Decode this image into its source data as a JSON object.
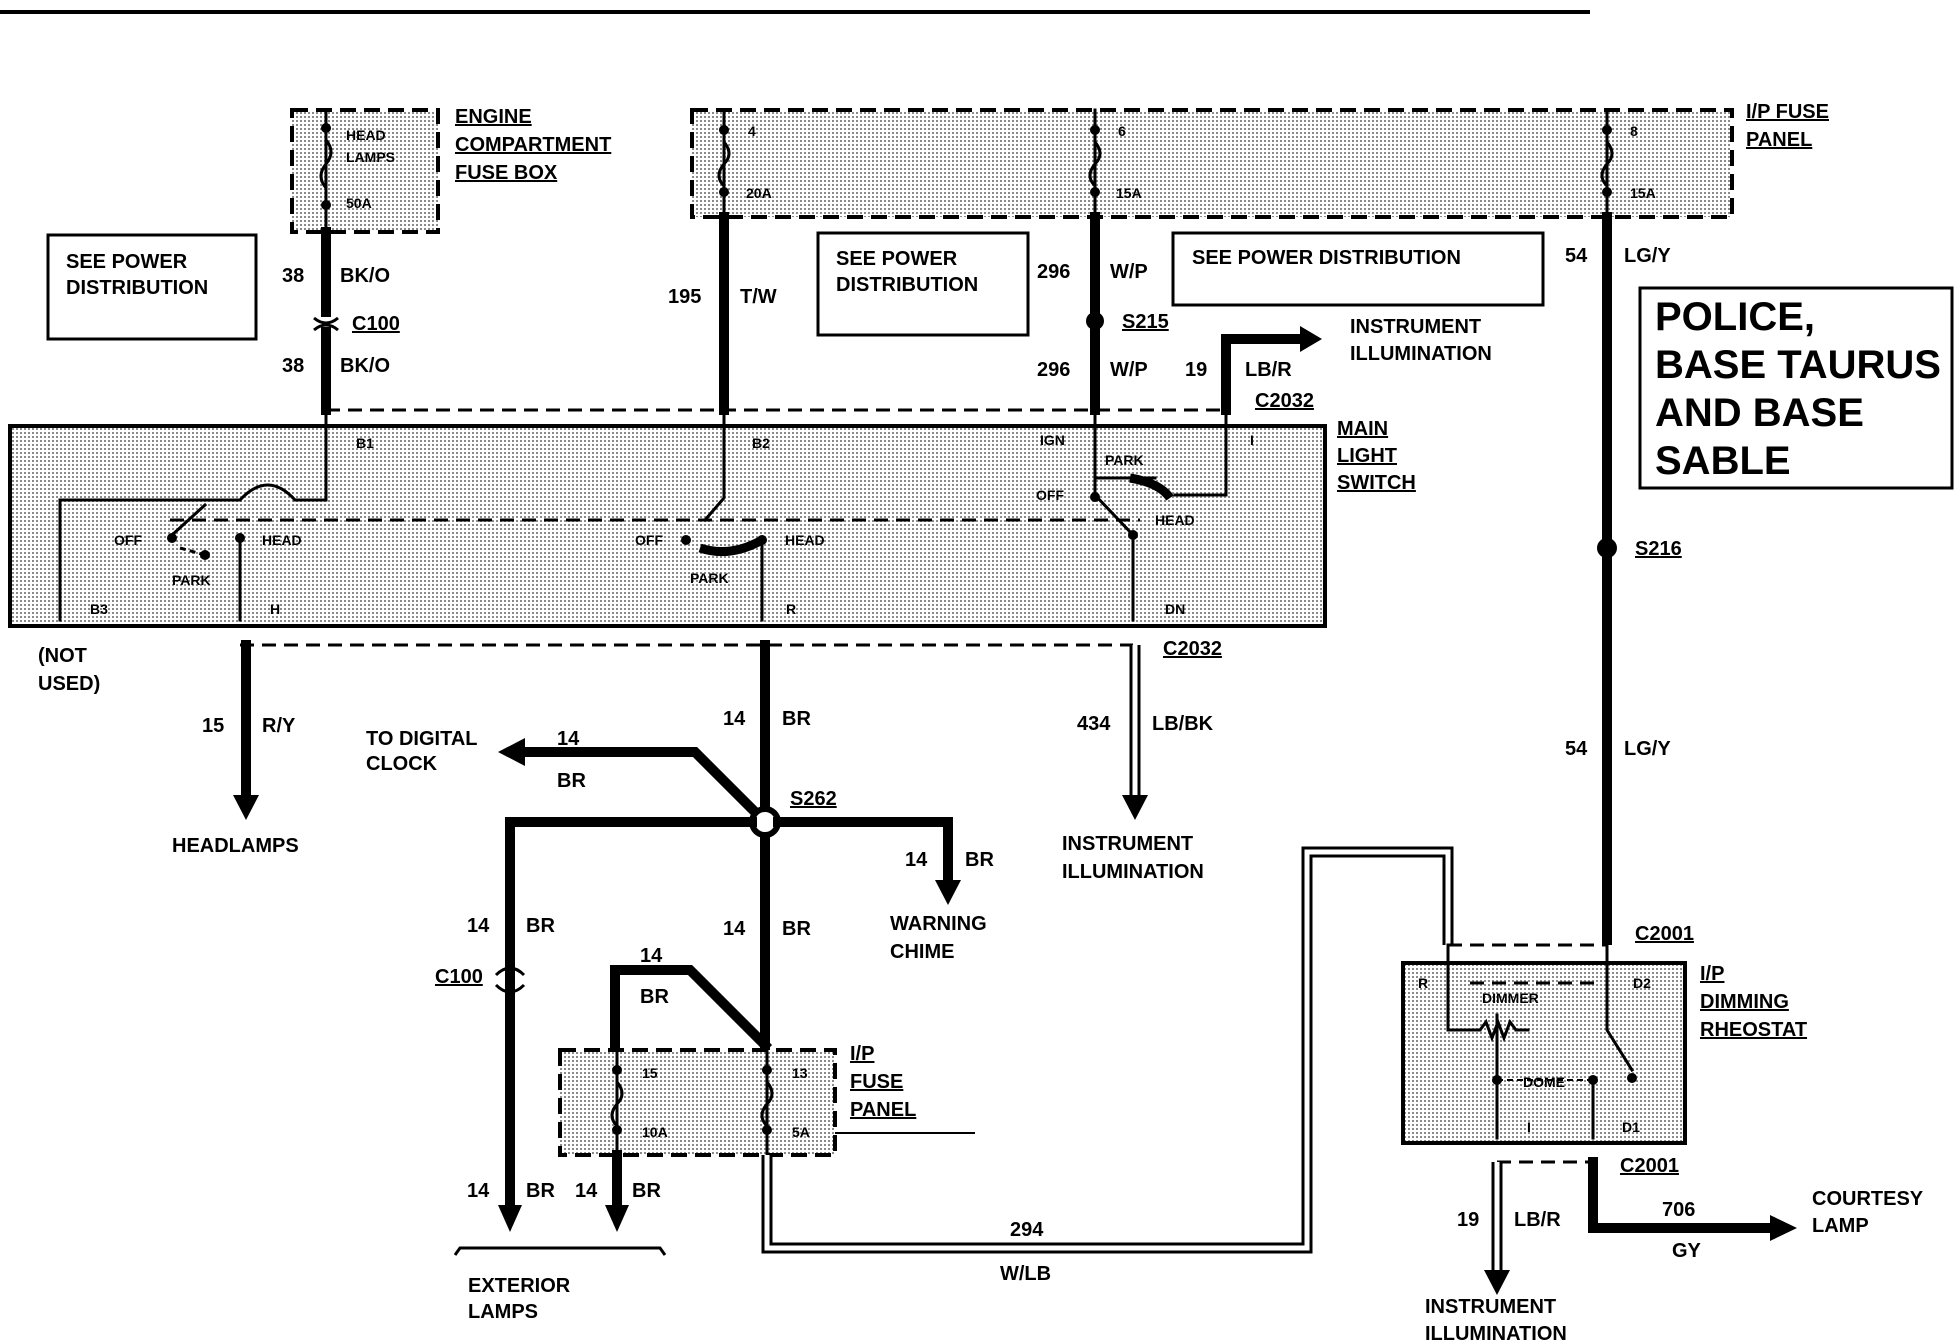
{
  "title_box": {
    "line1": "POLICE,",
    "line2": "BASE TAURUS",
    "line3": "AND BASE",
    "line4": "SABLE"
  },
  "engine_fuse_box": {
    "line1": "ENGINE",
    "line2": "COMPARTMENT",
    "line3": "FUSE BOX",
    "fuse_name1": "HEAD",
    "fuse_name2": "LAMPS",
    "rating": "50A"
  },
  "ip_fuse_panel_top": {
    "line1": "I/P FUSE",
    "line2": "PANEL",
    "fuses": [
      {
        "num": "4",
        "rating": "20A"
      },
      {
        "num": "6",
        "rating": "15A"
      },
      {
        "num": "8",
        "rating": "15A"
      }
    ]
  },
  "power_dist": {
    "label1": "SEE POWER",
    "label2": "DISTRIBUTION",
    "label_single": "SEE POWER DISTRIBUTION"
  },
  "wires": {
    "w38_top_num": "38",
    "w38_top_col": "BK/O",
    "w38_bot_num": "38",
    "w38_bot_col": "BK/O",
    "w195_num": "195",
    "w195_col": "T/W",
    "w296_top_num": "296",
    "w296_top_col": "W/P",
    "w296_bot_num": "296",
    "w296_bot_col": "W/P",
    "w19_top_num": "19",
    "w19_top_col": "LB/R",
    "w54_top_num": "54",
    "w54_top_col": "LG/Y",
    "w54_mid_num": "54",
    "w54_mid_col": "LG/Y",
    "w15_num": "15",
    "w15_col": "R/Y",
    "w14_main_num": "14",
    "w14_main_col": "BR",
    "w14_clock_num": "14",
    "w14_clock_col": "BR",
    "w14_chime_num": "14",
    "w14_chime_col": "BR",
    "w14_left_num": "14",
    "w14_left_col": "BR",
    "w14_center_num": "14",
    "w14_center_col": "BR",
    "w14_fuse_num": "14",
    "w14_fuse_col": "BR",
    "w14_ext1_num": "14",
    "w14_ext1_col": "BR",
    "w14_ext2_num": "14",
    "w14_ext2_col": "BR",
    "w434_num": "434",
    "w434_col": "LB/BK",
    "w294_num": "294",
    "w294_col": "W/LB",
    "w19_bot_num": "19",
    "w19_bot_col": "LB/R",
    "w706_num": "706",
    "w706_col": "GY"
  },
  "connectors": {
    "c100_top": "C100",
    "c100_low": "C100",
    "c2032_top": "C2032",
    "c2032_bot": "C2032",
    "c2001_top": "C2001",
    "c2001_bot": "C2001"
  },
  "splices": {
    "s215": "S215",
    "s216": "S216",
    "s262": "S262"
  },
  "main_switch": {
    "line1": "MAIN",
    "line2": "LIGHT",
    "line3": "SWITCH",
    "pin_b1": "B1",
    "pin_b2": "B2",
    "pin_ign": "IGN",
    "pin_i": "I",
    "pin_b3": "B3",
    "pin_h": "H",
    "pin_r": "R",
    "pin_dn": "DN",
    "off": "OFF",
    "head": "HEAD",
    "park": "PARK"
  },
  "destinations": {
    "not_used1": "(NOT",
    "not_used2": "USED)",
    "headlamps": "HEADLAMPS",
    "clock1": "TO DIGITAL",
    "clock2": "CLOCK",
    "chime1": "WARNING",
    "chime2": "CHIME",
    "inst1": "INSTRUMENT",
    "inst2": "ILLUMINATION",
    "ext1": "EXTERIOR",
    "ext2": "LAMPS",
    "courtesy1": "COURTESY",
    "courtesy2": "LAMP"
  },
  "ip_fuse_panel_low": {
    "line1": "I/P",
    "line2": "FUSE",
    "line3": "PANEL",
    "fuses": [
      {
        "num": "15",
        "rating": "10A"
      },
      {
        "num": "13",
        "rating": "5A"
      }
    ]
  },
  "dimmer": {
    "line1": "I/P",
    "line2": "DIMMING",
    "line3": "RHEOSTAT",
    "pin_r": "R",
    "pin_d2": "D2",
    "pin_i": "I",
    "pin_d1": "D1",
    "dimmer": "DIMMER",
    "dome": "DOME"
  }
}
